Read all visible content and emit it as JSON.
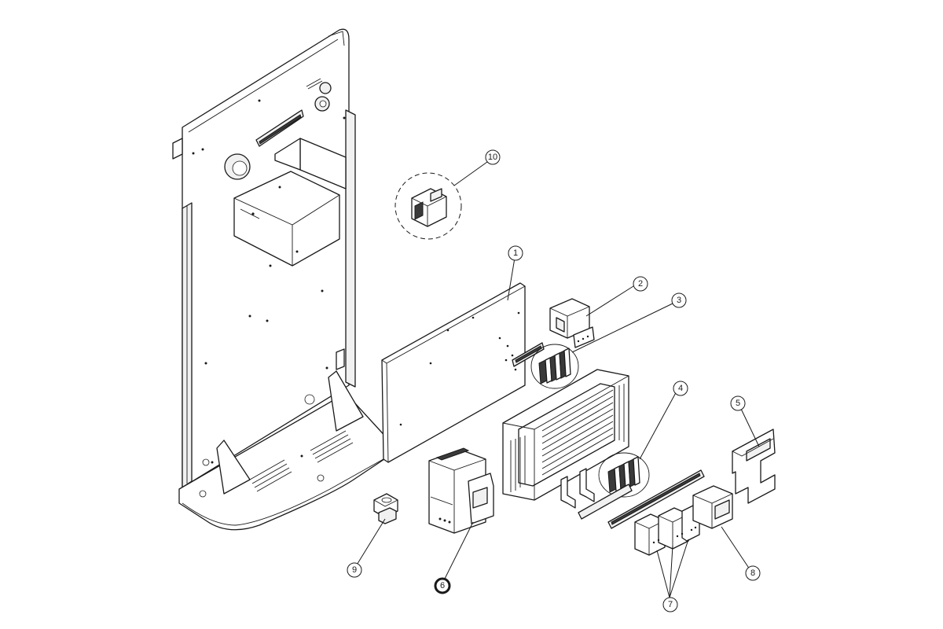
{
  "diagram": {
    "highlight_color": "#e3141b",
    "callouts": [
      {
        "id": "1",
        "label": "1",
        "highlighted": false
      },
      {
        "id": "2",
        "label": "2",
        "highlighted": false
      },
      {
        "id": "3",
        "label": "3",
        "highlighted": false
      },
      {
        "id": "4",
        "label": "4",
        "highlighted": false
      },
      {
        "id": "5",
        "label": "5",
        "highlighted": false
      },
      {
        "id": "6",
        "label": "6",
        "highlighted": true
      },
      {
        "id": "7",
        "label": "7",
        "highlighted": false
      },
      {
        "id": "8",
        "label": "8",
        "highlighted": false
      },
      {
        "id": "9",
        "label": "9",
        "highlighted": false
      },
      {
        "id": "10",
        "label": "10",
        "highlighted": false
      }
    ]
  }
}
